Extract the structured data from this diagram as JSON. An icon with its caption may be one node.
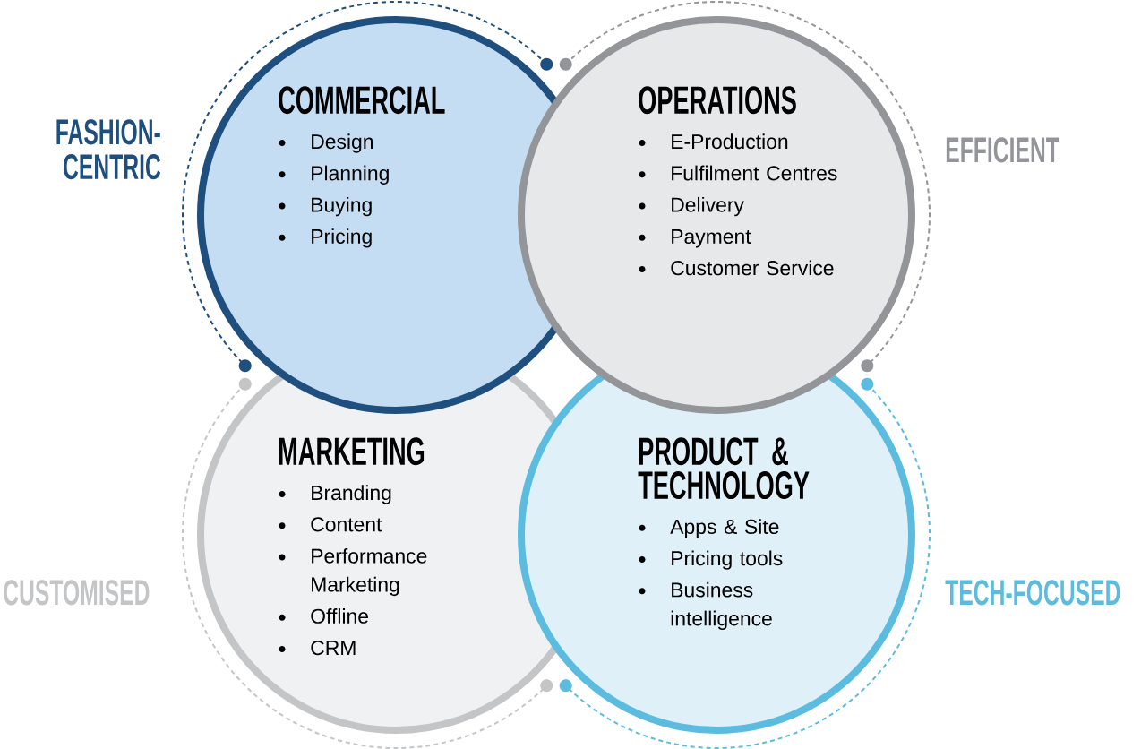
{
  "diagram": {
    "nodes": [
      {
        "text": [
          "COMMERCIAL",
          "Design",
          "Planning",
          "Buying",
          "Pricing"
        ],
        "beside": [
          "FASHION-CENTRIC"
        ]
      },
      {
        "text": [
          "OPERATIONS",
          "E-Production",
          "Fulfilment Centres",
          "Delivery",
          "Payment",
          "Customer Service"
        ],
        "beside": [
          "EFFICIENT"
        ]
      },
      {
        "text": [
          "MARKETING",
          "Branding",
          "Content",
          "Performance Marketing",
          "Offline",
          "CRM"
        ],
        "beside": [
          "CUSTOMISED"
        ]
      },
      {
        "text": [
          "PRODUCT & TECHNOLOGY",
          "Apps & Site",
          "Pricing tools",
          "Business intelligence"
        ],
        "beside": [
          "TECH-FOCUSED"
        ]
      }
    ]
  }
}
